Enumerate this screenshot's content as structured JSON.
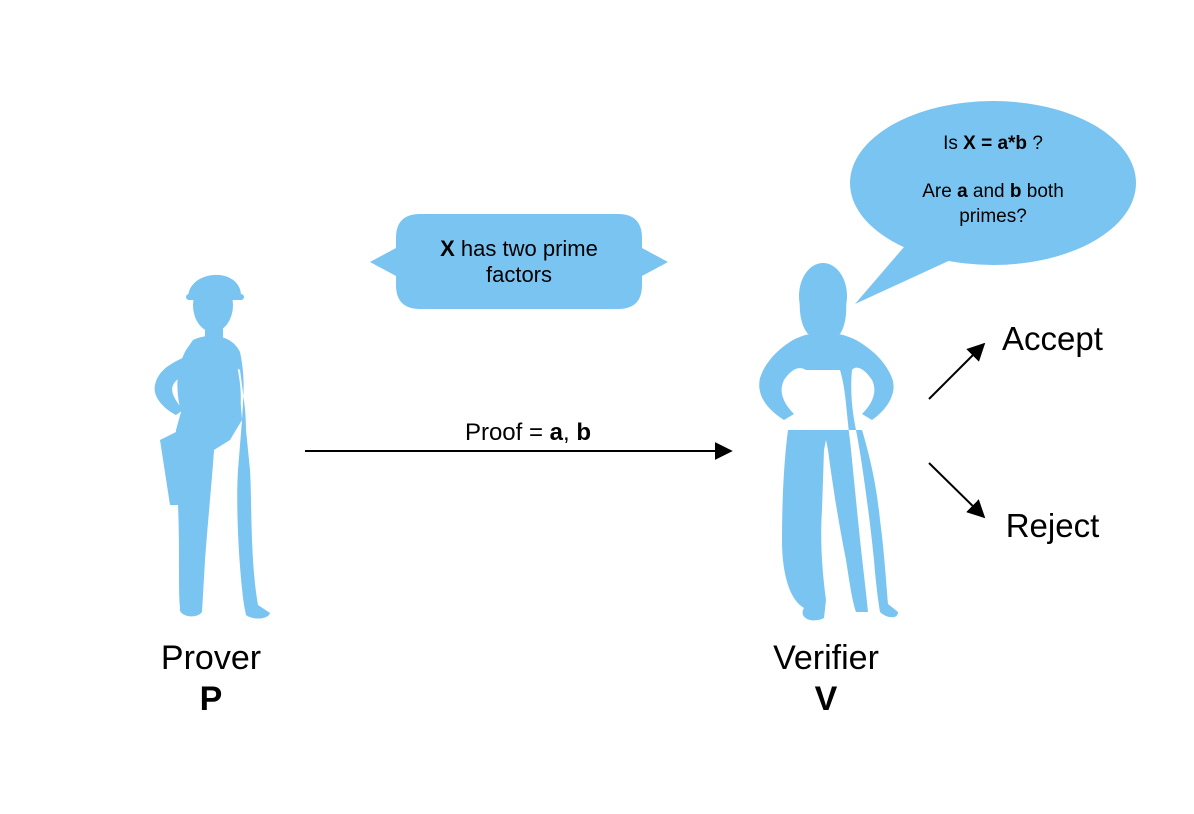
{
  "prover": {
    "name": "Prover",
    "symbol": "P"
  },
  "verifier": {
    "name": "Verifier",
    "symbol": "V"
  },
  "claim_bubble": {
    "variable": "X",
    "text": " has two prime",
    "line2": "factors"
  },
  "proof_arrow": {
    "prefix": "Proof = ",
    "a": "a",
    "sep": ", ",
    "b": "b"
  },
  "thought_bubble": {
    "q1_prefix": "Is ",
    "q1_bold": "X = a*b",
    "q1_suffix": " ?",
    "q2_prefix": "Are ",
    "q2_a": "a",
    "q2_mid": " and ",
    "q2_b": "b",
    "q2_suffix": " both",
    "q2_line2": "primes?"
  },
  "outcomes": {
    "accept": "Accept",
    "reject": "Reject"
  },
  "colors": {
    "figure": "#7ac4f1",
    "line": "#000000",
    "background": "#ffffff"
  },
  "icons": {
    "prover": "worker-silhouette-icon",
    "verifier": "woman-silhouette-icon"
  }
}
